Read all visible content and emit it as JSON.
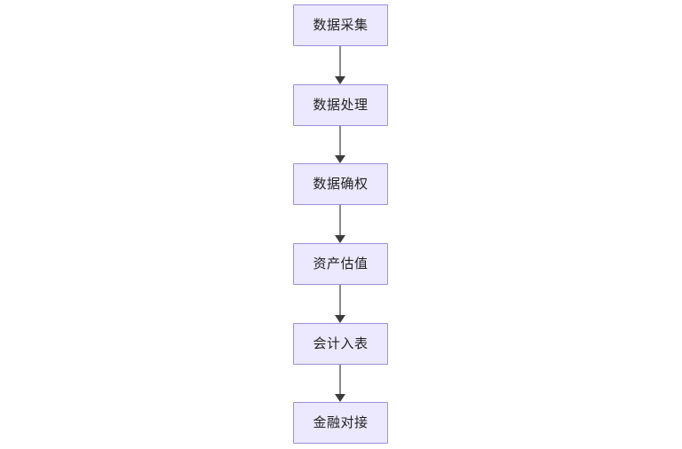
{
  "diagram": {
    "type": "flowchart",
    "orientation": "vertical-top-to-bottom",
    "background_color": "#ffffff",
    "node_fill_color": "#ece8fd",
    "node_border_color": "#9e8fd8",
    "node_text_color": "#232323",
    "connector_line_color": "#8b8b8b",
    "connector_arrowhead_color": "#3b3b3b",
    "nodes": [
      {
        "id": "n0",
        "label": "数据采集"
      },
      {
        "id": "n1",
        "label": "数据处理"
      },
      {
        "id": "n2",
        "label": "数据确权"
      },
      {
        "id": "n3",
        "label": "资产估值"
      },
      {
        "id": "n4",
        "label": "会计入表"
      },
      {
        "id": "n5",
        "label": "金融对接"
      }
    ],
    "edges": [
      {
        "from": "n0",
        "to": "n1",
        "arrow": "down-arrow-icon"
      },
      {
        "from": "n1",
        "to": "n2",
        "arrow": "down-arrow-icon"
      },
      {
        "from": "n2",
        "to": "n3",
        "arrow": "down-arrow-icon"
      },
      {
        "from": "n3",
        "to": "n4",
        "arrow": "down-arrow-icon"
      },
      {
        "from": "n4",
        "to": "n5",
        "arrow": "down-arrow-icon"
      }
    ]
  }
}
